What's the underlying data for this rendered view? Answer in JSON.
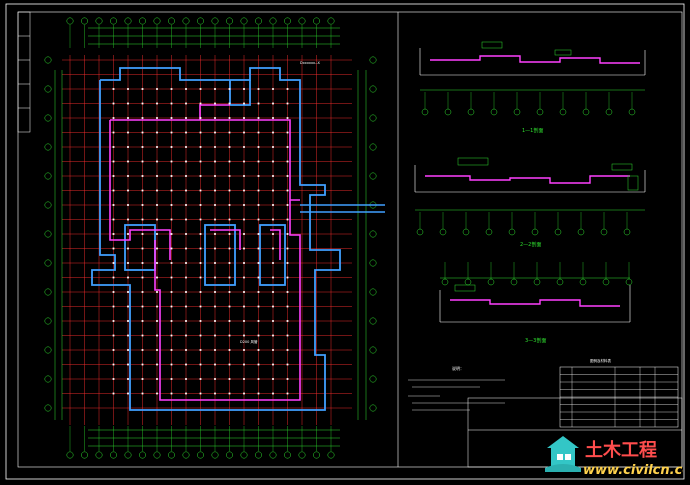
{
  "drawing": {
    "section_titles": [
      "1—1剖面",
      "2—2剖面",
      "3—3剖面"
    ],
    "notes_title": "说明：",
    "legend_title": "图例及材料表",
    "plan_label": "D200 风管",
    "top_label": "Dxxxxxx--X"
  },
  "watermark": {
    "logo_text": "土木工程",
    "url": "www.civilcn.com"
  },
  "colors": {
    "grid_red": "#ff3030",
    "dim_green": "#2fe02f",
    "duct_magenta": "#ff40ff",
    "wall_blue": "#40a0ff",
    "frame_white": "#ffffff",
    "watermark_red": "#ff4d4d",
    "watermark_gold": "#ffd24d",
    "watermark_house": "#33c6c6"
  }
}
